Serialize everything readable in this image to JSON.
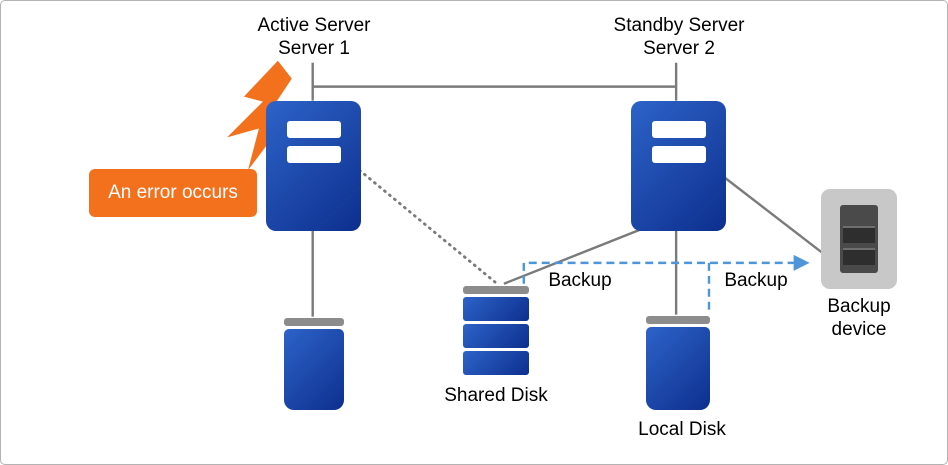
{
  "diagram": {
    "title_active": {
      "line1": "Active Server",
      "line2": "Server 1"
    },
    "title_standby": {
      "line1": "Standby Server",
      "line2": "Server 2"
    },
    "error_label": "An error occurs",
    "backup_label_left": "Backup",
    "backup_label_right": "Backup",
    "shared_disk_label": "Shared Disk",
    "local_disk_label": "Local Disk",
    "backup_device_label": "Backup device",
    "icons": {
      "server_1": "tower-server-icon",
      "server_2": "tower-server-icon",
      "server_1_disk": "disk-icon",
      "shared_disk": "stacked-disk-icon",
      "local_disk": "disk-icon",
      "backup_device": "tape-drive-icon",
      "error_burst": "lightning-burst-icon"
    },
    "colors": {
      "server_blue_light": "#2d63c8",
      "server_blue_dark": "#0d2f8e",
      "disk_cap_gray": "#8c8c8c",
      "connector_gray": "#7a7a7a",
      "backup_dashed_blue": "#4e95d9",
      "error_orange": "#f3701d",
      "device_gray": "#c8c8c8",
      "device_dark": "#4a4a4a"
    }
  }
}
